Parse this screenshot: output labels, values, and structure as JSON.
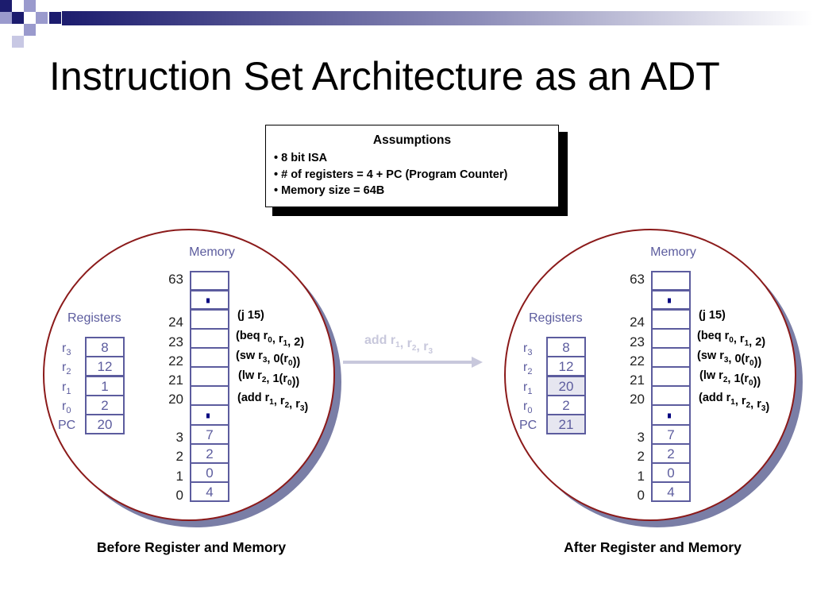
{
  "title": "Instruction Set Architecture as an ADT",
  "assumptions": {
    "heading": "Assumptions",
    "items": [
      "• 8 bit ISA",
      "• # of registers = 4 + PC (Program Counter)",
      "• Memory size = 64B"
    ]
  },
  "arrow_label": "add r1, r2, r3",
  "colors": {
    "circle_border": "#8b1a1a",
    "circle_shadow": "#7a7ea6",
    "label_blue": "#5c5c9e",
    "cell_border": "#5c5c9e",
    "highlight_cell": "#e6e6f0",
    "arrow": "#c8c8dc",
    "deco_navy": "#1c1c6e",
    "deco_light": "#9a9acd"
  },
  "panels": [
    {
      "memory_label": "Memory",
      "registers_label": "Registers",
      "registers": [
        {
          "name": "r",
          "sub": "3",
          "value": "8",
          "changed": false
        },
        {
          "name": "r",
          "sub": "2",
          "value": "12",
          "changed": false
        },
        {
          "name": "r",
          "sub": "1",
          "value": "1",
          "changed": false
        },
        {
          "name": "r",
          "sub": "0",
          "value": "2",
          "changed": false
        },
        {
          "name": "PC",
          "sub": "",
          "value": "20",
          "changed": false
        }
      ],
      "memory_addresses": [
        "63",
        "24",
        "23",
        "22",
        "21",
        "20",
        "3",
        "2",
        "1",
        "0"
      ],
      "memory_low_values": [
        "7",
        "2",
        "0",
        "4"
      ],
      "instructions": [
        "(j 15)",
        "(beq r0, r1, 2)",
        "(sw r3, 0(r0))",
        "(lw r2, 1(r0))",
        "(add r1, r2, r3)"
      ],
      "caption": "Before Register and Memory"
    },
    {
      "memory_label": "Memory",
      "registers_label": "Registers",
      "registers": [
        {
          "name": "r",
          "sub": "3",
          "value": "8",
          "changed": false
        },
        {
          "name": "r",
          "sub": "2",
          "value": "12",
          "changed": false
        },
        {
          "name": "r",
          "sub": "1",
          "value": "20",
          "changed": true
        },
        {
          "name": "r",
          "sub": "0",
          "value": "2",
          "changed": false
        },
        {
          "name": "PC",
          "sub": "",
          "value": "21",
          "changed": true
        }
      ],
      "memory_addresses": [
        "63",
        "24",
        "23",
        "22",
        "21",
        "20",
        "3",
        "2",
        "1",
        "0"
      ],
      "memory_low_values": [
        "7",
        "2",
        "0",
        "4"
      ],
      "instructions": [
        "(j 15)",
        "(beq r0, r1, 2)",
        "(sw r3, 0(r0))",
        "(lw r2, 1(r0))",
        "(add r1, r2, r3)"
      ],
      "caption": "After Register and Memory"
    }
  ]
}
